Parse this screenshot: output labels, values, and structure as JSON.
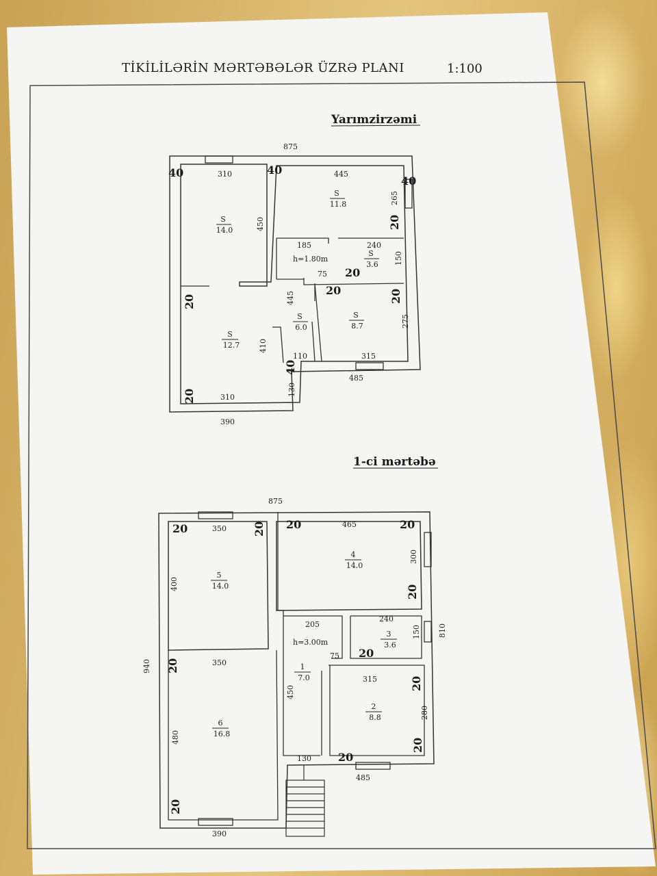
{
  "title": "TİKİLİLƏRİN MƏRTƏBƏLƏR ÜZRƏ PLANI",
  "scale": "1:100",
  "floors": [
    {
      "heading": "Yarımzirzəmi",
      "height": "h=1.80m",
      "rooms": [
        {
          "label": "S",
          "area": "14.0"
        },
        {
          "label": "S",
          "area": "11.8"
        },
        {
          "label": "S",
          "area": "3.6"
        },
        {
          "label": "S",
          "area": "12.7"
        },
        {
          "label": "S",
          "area": "6.0"
        },
        {
          "label": "S",
          "area": "8.7"
        }
      ],
      "dims": [
        "875",
        "310",
        "445",
        "40",
        "40",
        "40",
        "450",
        "265",
        "20",
        "185",
        "240",
        "150",
        "75",
        "20",
        "20",
        "20",
        "20",
        "445",
        "275",
        "410",
        "110",
        "315",
        "40",
        "485",
        "20",
        "310",
        "130",
        "390"
      ]
    },
    {
      "heading": "1-ci mərtəbə",
      "height": "h=3.00m",
      "rooms": [
        {
          "label": "5",
          "area": "14.0"
        },
        {
          "label": "4",
          "area": "14.0"
        },
        {
          "label": "3",
          "area": "3.6"
        },
        {
          "label": "6",
          "area": "16.8"
        },
        {
          "label": "1",
          "area": "7.0"
        },
        {
          "label": "2",
          "area": "8.8"
        }
      ],
      "dims": [
        "875",
        "20",
        "350",
        "20",
        "20",
        "465",
        "20",
        "400",
        "300",
        "20",
        "205",
        "240",
        "150",
        "810",
        "940",
        "20",
        "350",
        "75",
        "20",
        "315",
        "20",
        "450",
        "480",
        "280",
        "20",
        "130",
        "20",
        "485",
        "20",
        "390"
      ]
    }
  ]
}
